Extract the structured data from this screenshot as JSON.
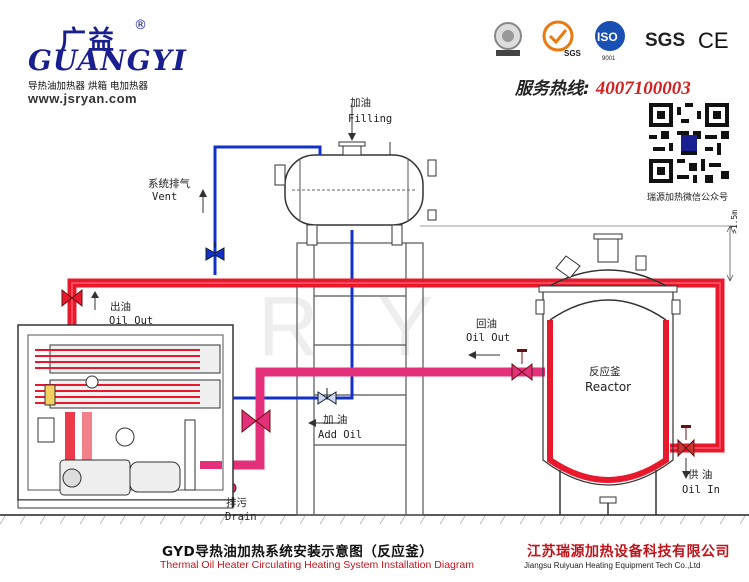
{
  "header": {
    "logo_cn": "广益",
    "logo_en": "GUANGYI",
    "logo_reg": "®",
    "tagline": "导热油加热器 烘箱 电加热器",
    "url": "www.jsryan.com",
    "certs": [
      "SGS",
      "ISO",
      "SGS",
      "CE"
    ],
    "hotline_label": "服务热线:",
    "hotline_number": "4007100003",
    "qr_caption": "瑞源加热微信公众号"
  },
  "labels": {
    "filling_cn": "加油",
    "filling_en": "Filling",
    "vent_cn": "系统排气",
    "vent_en": "Vent",
    "oil_out_cn": "出油",
    "oil_out_en": "Oil Out",
    "return_cn": "回油",
    "return_en": "Oil Out",
    "reactor_cn": "反应釜",
    "reactor_en": "Reactor",
    "add_oil_cn": "加 油",
    "add_oil_en": "Add Oil",
    "drain_cn": "排污",
    "drain_en": "Drain",
    "supply_cn": "供 油",
    "supply_en": "Oil In",
    "height": ">1.5m"
  },
  "footer": {
    "title": "GYD导热油加热系统安装示意图（反应釜）",
    "subtitle": "Thermal Oil Heater Circulating Heating System Installation Diagram",
    "company_cn": "江苏瑞源加热设备科技有限公司",
    "company_en": "Jiangsu Ruiyuan Heating Equipment Tech Co.,Ltd"
  },
  "colors": {
    "hot_pipe": "#e8192c",
    "return_pipe": "#e4307a",
    "fill_pipe": "#1330c8",
    "brand": "#1a1f8f",
    "accent": "#c0141c"
  }
}
